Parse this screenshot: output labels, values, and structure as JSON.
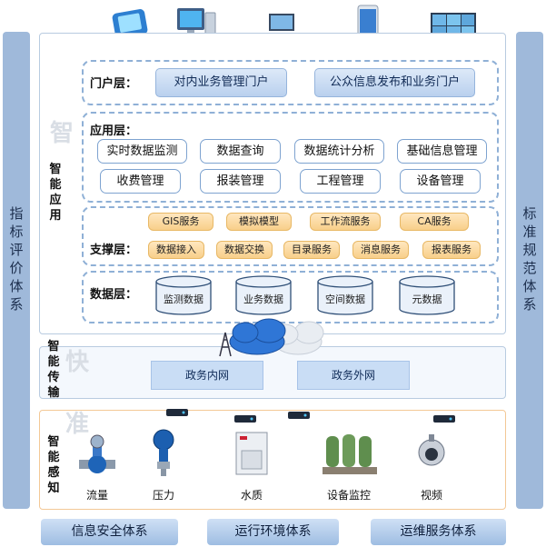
{
  "left_side": [
    "指",
    "标",
    "评",
    "价",
    "体",
    "系"
  ],
  "right_side": [
    "标",
    "准",
    "规",
    "范",
    "体",
    "系"
  ],
  "portal": {
    "tag": "门户层：",
    "items": [
      "对内业务管理门户",
      "公众信息发布和业务门户"
    ]
  },
  "application": {
    "tag": "应用层：",
    "items": [
      "实时数据监测",
      "数据查询",
      "数据统计分析",
      "基础信息管理",
      "收费管理",
      "报装管理",
      "工程管理",
      "设备管理"
    ]
  },
  "support": {
    "tag": "支撑层：",
    "row1": [
      "GIS服务",
      "模拟模型",
      "工作流服务",
      "CA服务"
    ],
    "row2": [
      "数据接入",
      "数据交换",
      "目录服务",
      "消息服务",
      "报表服务"
    ]
  },
  "data_layer": {
    "tag": "数据层：",
    "items": [
      "监测数据",
      "业务数据",
      "空间数据",
      "元数据"
    ]
  },
  "smart_app_label": [
    "智",
    "能",
    "应",
    "用"
  ],
  "smart_transfer_label": [
    "智",
    "能",
    "传",
    "输"
  ],
  "smart_sense_label": [
    "智",
    "能",
    "感",
    "知"
  ],
  "ghost_chars": [
    "智",
    "快",
    "准"
  ],
  "networks": [
    "政务内网",
    "政务外网"
  ],
  "sensors": [
    "流量",
    "压力",
    "水质",
    "设备监控",
    "视频"
  ],
  "bottom": [
    "信息安全体系",
    "运行环境体系",
    "运维服务体系"
  ],
  "devices": [
    "tablet-device-icon",
    "desktop-computer-icon",
    "laptop-icon",
    "smartphone-icon",
    "video-wall-icon"
  ]
}
